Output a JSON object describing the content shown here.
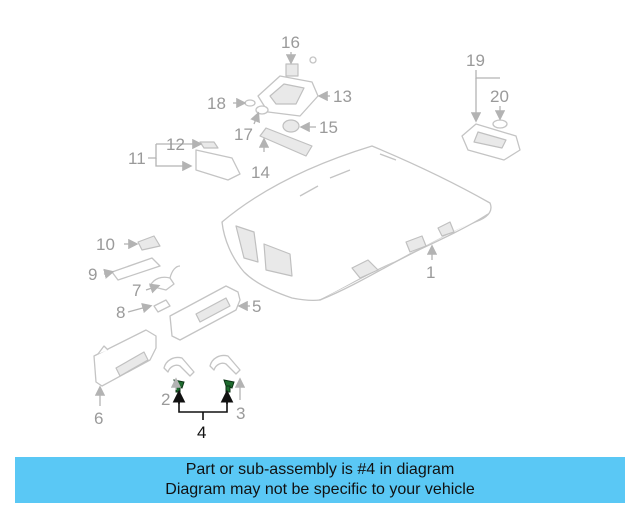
{
  "diagram": {
    "callouts": [
      "1",
      "2",
      "3",
      "4",
      "5",
      "6",
      "7",
      "8",
      "9",
      "10",
      "11",
      "12",
      "13",
      "14",
      "15",
      "16",
      "17",
      "18",
      "19",
      "20"
    ],
    "highlighted_part": "4"
  },
  "banner": {
    "line1": "Part or sub-assembly is #4 in diagram",
    "line2": "Diagram may not be specific to your vehicle",
    "color": "#5ac8f5"
  }
}
